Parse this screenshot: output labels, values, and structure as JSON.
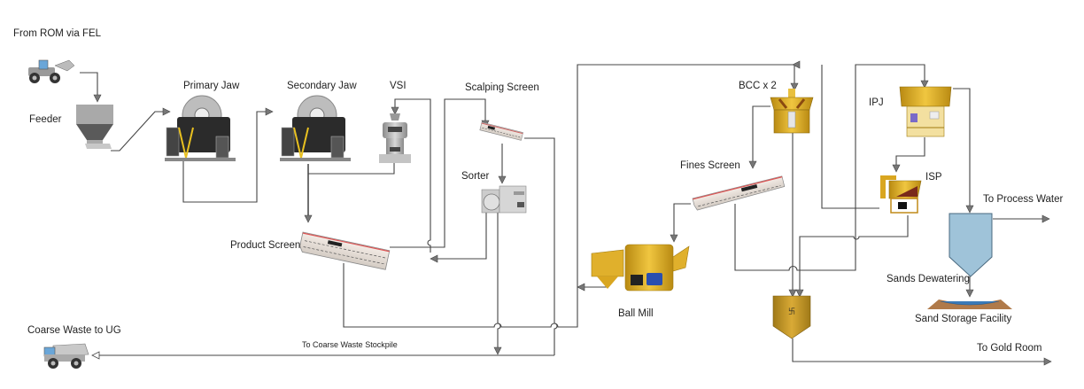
{
  "diagram": {
    "title": "Gold Processing Flowsheet",
    "labels": {
      "source": "From ROM via FEL",
      "feeder": "Feeder",
      "primary_jaw": "Primary Jaw",
      "secondary_jaw": "Secondary Jaw",
      "vsi": "VSI",
      "scalping_screen": "Scalping Screen",
      "sorter": "Sorter",
      "product_screen": "Product Screen",
      "coarse_waste": "Coarse Waste to UG",
      "coarse_waste_stockpile": "To Coarse Waste Stockpile",
      "bcc": "BCC x 2",
      "fines_screen": "Fines Screen",
      "ball_mill": "Ball Mill",
      "ipj": "IPJ",
      "isp": "ISP",
      "process_water": "To Process Water",
      "sands_dewatering": "Sands Dewatering",
      "sand_storage": "Sand Storage Facility",
      "gold_room": "To Gold Room"
    },
    "colors": {
      "line": "#444444",
      "arrow": "#777777",
      "gold": "#d8a824",
      "tank_blue": "#9fc3d9",
      "jaw_dark": "#2b2b2b",
      "grey_equipment": "#a8a8a8"
    }
  }
}
